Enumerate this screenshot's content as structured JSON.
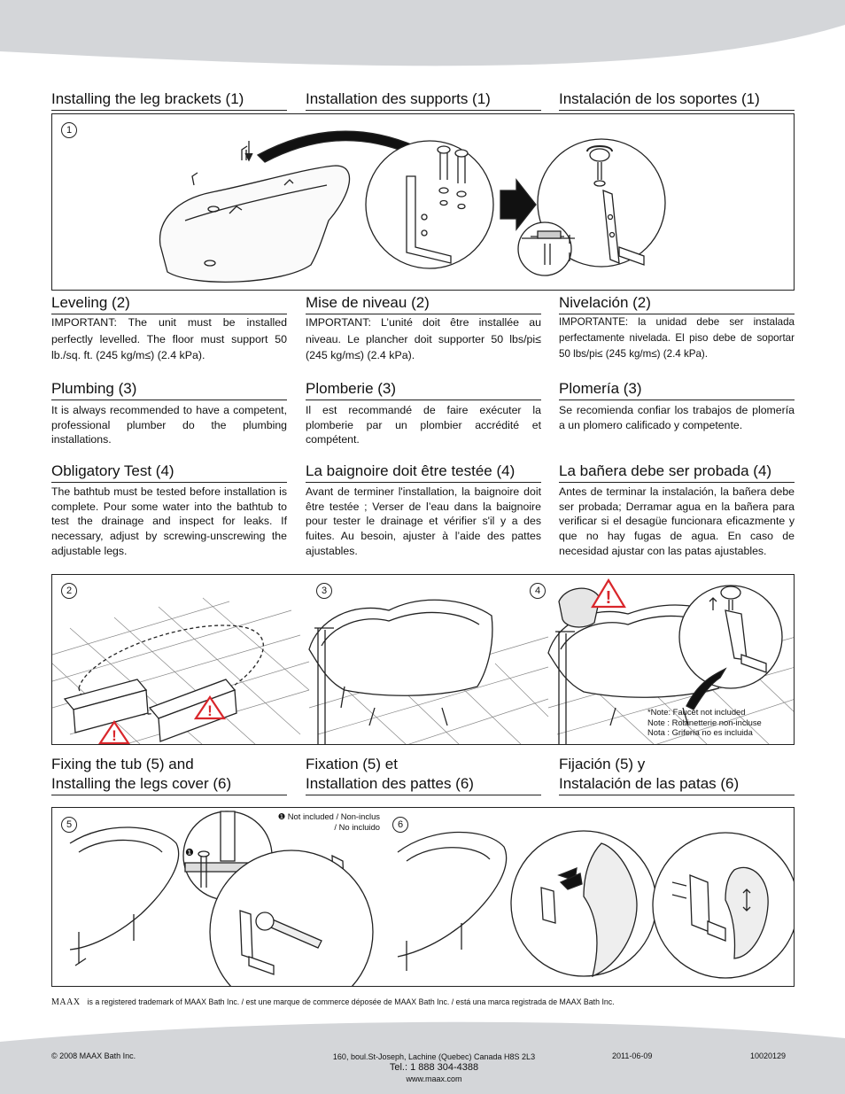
{
  "colors": {
    "band": "#d4d6d9",
    "warning": "#d9262b",
    "line": "#222222"
  },
  "section1": {
    "en": "Installing the leg brackets (1)",
    "fr": "Installation des supports (1)",
    "es": "Instalación de los soportes (1)"
  },
  "panel1": {
    "step": "1"
  },
  "leveling": {
    "en_title": "Leveling (2)",
    "en_text": "IMPORTANT: The unit must be installed perfectly levelled. The floor must support 50 lb./sq. ft. (245 kg/m≤) (2.4 kPa).",
    "fr_title": "Mise de niveau (2)",
    "fr_text": "IMPORTANT: L’unité doit être installée au niveau. Le plancher doit supporter 50 lbs/pi≤ (245 kg/m≤) (2.4 kPa).",
    "es_title": "Nivelación (2)",
    "es_text": "IMPORTANTE: la unidad debe ser instalada perfectamente nivelada. El piso debe de soportar 50 lbs/pi≤ (245 kg/m≤) (2.4 kPa)."
  },
  "plumbing": {
    "en_title": "Plumbing (3)",
    "en_text": "It is always recommended to have a competent, professional plumber do the plumbing installations.",
    "fr_title": "Plomberie (3)",
    "fr_text": "Il est recommandé de faire exécuter la plomberie par un plombier accrédité et compétent.",
    "es_title": "Plomería (3)",
    "es_text": "Se recomienda confiar los trabajos de plomería a un plomero calificado y competente."
  },
  "test": {
    "en_title": "Obligatory Test (4)",
    "en_text": "The bathtub must be tested before installation is complete. Pour some water into the bathtub to test the drainage and inspect for leaks. If necessary, adjust by screwing-unscrewing the adjustable legs.",
    "fr_title": "La baignoire doit être testée (4)",
    "fr_text": "Avant de terminer l'installation, la baignoire doit être testée ; Verser de l’eau dans la baignoire pour tester le drainage et vérifier s'il y a des fuites. Au besoin, ajuster à l’aide des pattes ajustables.",
    "es_title": "La bañera debe ser probada (4)",
    "es_text": "Antes de terminar la instalación, la bañera debe ser probada; Derramar agua en la bañera para verificar si el desagüe funcionara eficazmente y que no hay fugas de agua. En caso de necesidad ajustar con las patas ajustables."
  },
  "panel2": {
    "step2": "2",
    "step3": "3",
    "step4": "4",
    "note1": "*Note: Faucet not included",
    "note2": "Note : Robinetterie non-incluse",
    "note3": "Nota : Grifería no es incluida"
  },
  "fixing": {
    "en_l1": "Fixing the tub (5) and",
    "en_l2": "Installing the legs cover (6)",
    "fr_l1": "Fixation (5) et",
    "fr_l2": "Installation des pattes (6)",
    "es_l1": "Fijación (5) y",
    "es_l2": "Instalación de las patas (6)"
  },
  "panel3": {
    "step5": "5",
    "step6": "6",
    "note_l1": "❶ Not included / Non-inclus",
    "note_l2": "/ No incluido",
    "marker": "❶"
  },
  "trademark": {
    "brand": "MAAX",
    "text": "is a registered trademark of MAAX Bath Inc. / est une marque de commerce déposée de MAAX Bath Inc. / está una marca registrada de MAAX Bath Inc."
  },
  "footer": {
    "copyright": "© 2008 MAAX Bath Inc.",
    "address": "160, boul.St-Joseph, Lachine (Quebec) Canada H8S 2L3",
    "tel": "Tel.: 1 888 304-4388",
    "web": "www.maax.com",
    "date": "2011-06-09",
    "code": "10020129"
  }
}
